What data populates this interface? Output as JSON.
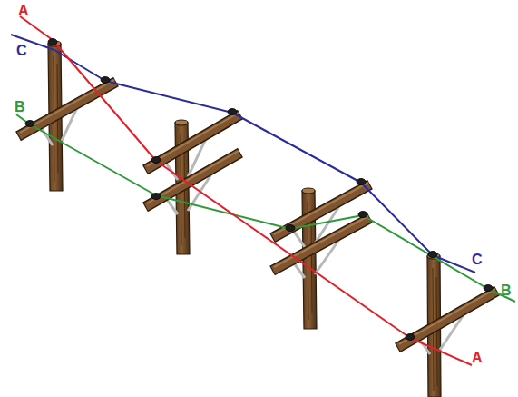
{
  "diagram": {
    "labels": [
      "A",
      "C",
      "B",
      "C",
      "B",
      "A"
    ]
  }
}
